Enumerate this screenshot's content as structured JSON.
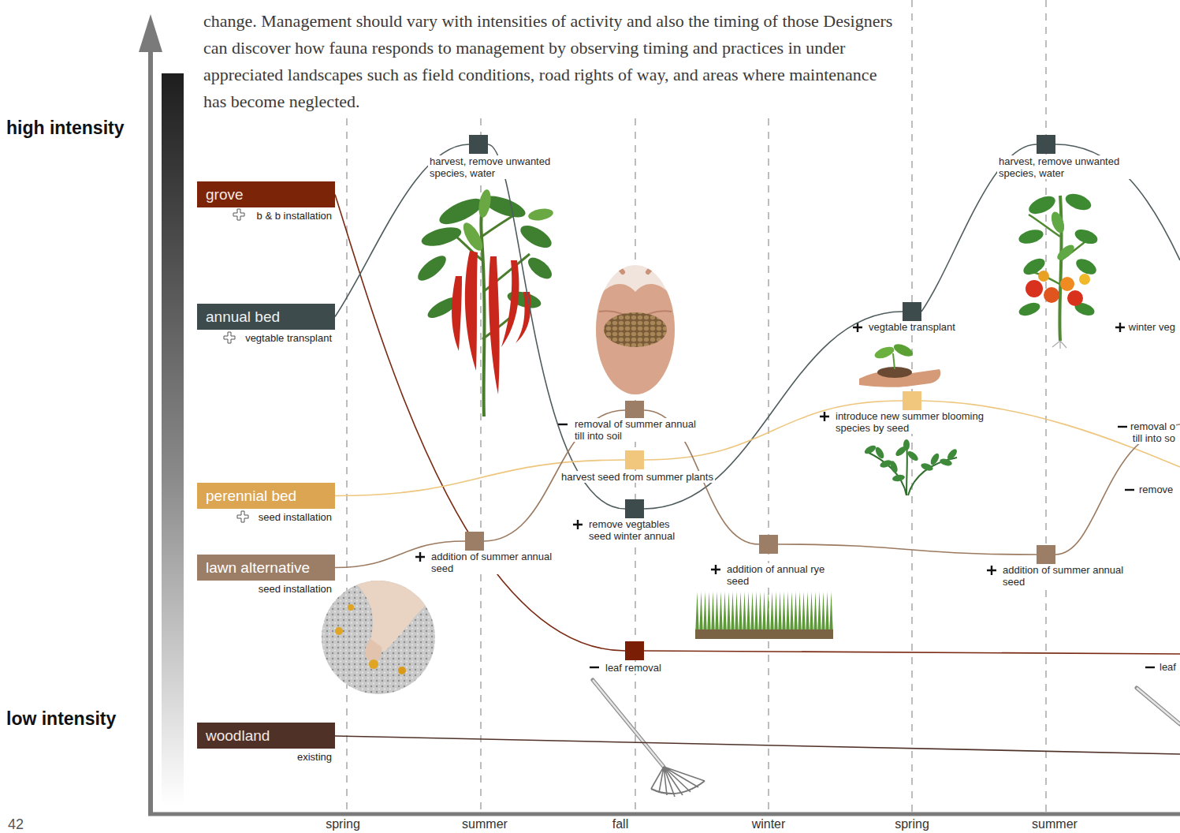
{
  "diagram": {
    "nodes": [
      {
        "text": [
          "grove",
          "b & b installation"
        ]
      },
      {
        "text": [
          "annual bed",
          "vegtable transplant"
        ]
      },
      {
        "text": [
          "perennial bed",
          "seed installation"
        ]
      },
      {
        "text": [
          "lawn alternative",
          "seed installation"
        ]
      },
      {
        "text": [
          "woodland",
          "existing"
        ]
      },
      {
        "text": [
          "harvest, remove unwanted species, water"
        ]
      },
      {
        "text": [
          "addition of summer annual seed"
        ]
      },
      {
        "text": [
          "removal of summer annual till into soil"
        ]
      },
      {
        "text": [
          "harvest seed from summer plants"
        ]
      },
      {
        "text": [
          "remove vegtables seed winter annual"
        ]
      },
      {
        "text": [
          "leaf removal"
        ]
      },
      {
        "text": [
          "addition of annual rye seed"
        ]
      },
      {
        "text": [
          "vegtable transplant"
        ]
      },
      {
        "text": [
          "introduce new summer blooming species by seed"
        ]
      },
      {
        "text": [
          "harvest, remove unwanted species, water"
        ]
      },
      {
        "text": [
          "addition of summer annual seed"
        ]
      }
    ],
    "edges": [
      {
        "from": 0,
        "to": 10,
        "arrow": "none"
      },
      {
        "from": 1,
        "to": 5,
        "arrow": "none"
      },
      {
        "from": 5,
        "to": 9,
        "arrow": "none"
      },
      {
        "from": 9,
        "to": 12,
        "arrow": "none"
      },
      {
        "from": 12,
        "to": 14,
        "arrow": "none"
      },
      {
        "from": 2,
        "to": 8,
        "arrow": "none"
      },
      {
        "from": 8,
        "to": 13,
        "arrow": "none"
      },
      {
        "from": 3,
        "to": 6,
        "arrow": "none"
      },
      {
        "from": 6,
        "to": 7,
        "arrow": "none"
      },
      {
        "from": 7,
        "to": 11,
        "arrow": "none"
      },
      {
        "from": 11,
        "to": 15,
        "arrow": "none"
      }
    ],
    "labels": [
      "change. Management should vary with intensities of activity and also the timing of those Designers can discover how fauna responds to management by observing timing and practices in under appreciated landscapes such as field conditions, road rights of way, and areas where maintenance has become neglected.",
      "high intensity",
      "low intensity",
      "42",
      "spring",
      "summer",
      "fall",
      "winter",
      "spring",
      "summer",
      "winter veg",
      "removal o",
      "till into so",
      "remove",
      "leaf"
    ]
  }
}
